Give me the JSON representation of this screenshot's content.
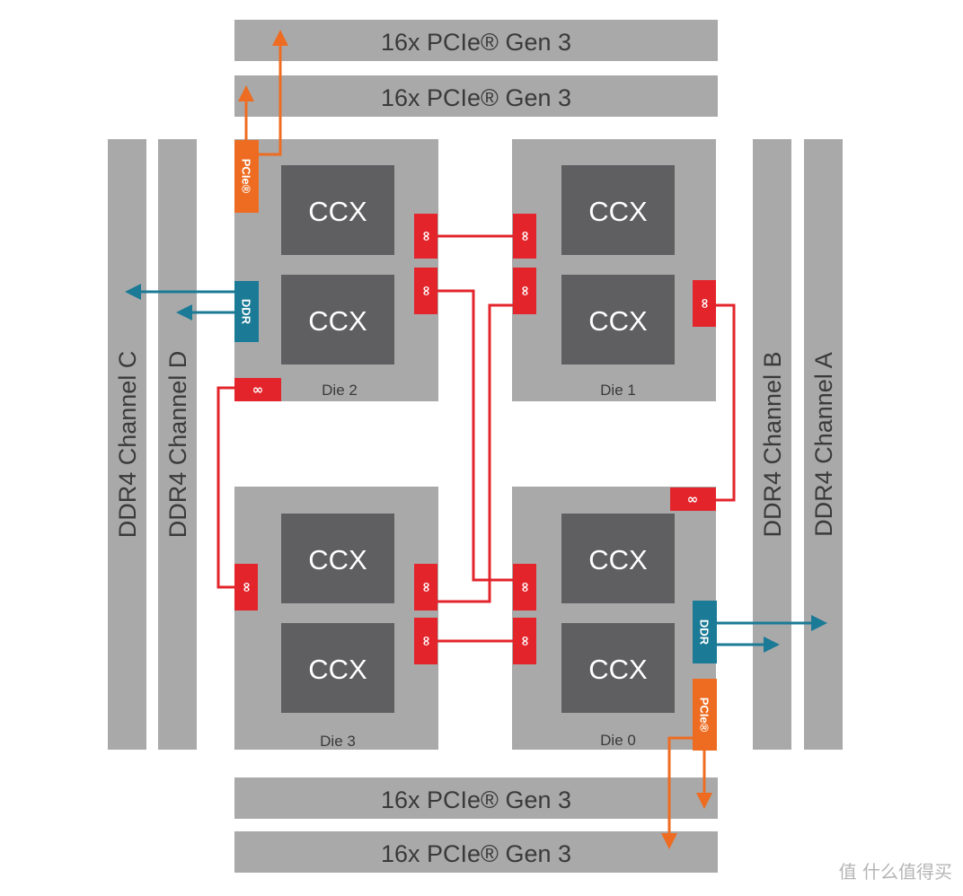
{
  "pcie_bars": {
    "top_1": "16x PCIe® Gen 3",
    "top_2": "16x PCIe® Gen 3",
    "bottom_1": "16x PCIe® Gen 3",
    "bottom_2": "16x PCIe® Gen 3"
  },
  "ddr_channels": {
    "c": "DDR4 Channel C",
    "d": "DDR4 Channel D",
    "b": "DDR4 Channel B",
    "a": "DDR4 Channel A"
  },
  "dies": {
    "die2": {
      "label": "Die 2",
      "ccx_top": "CCX",
      "ccx_bottom": "CCX"
    },
    "die1": {
      "label": "Die 1",
      "ccx_top": "CCX",
      "ccx_bottom": "CCX"
    },
    "die3": {
      "label": "Die 3",
      "ccx_top": "CCX",
      "ccx_bottom": "CCX"
    },
    "die0": {
      "label": "Die 0",
      "ccx_top": "CCX",
      "ccx_bottom": "CCX"
    }
  },
  "ports": {
    "pcie_label": "PCIe®",
    "ddr_label": "DDR",
    "infinity_symbol": "∞"
  },
  "watermark": "值 什么值得买",
  "colors": {
    "infinity_fabric": "#e3242b",
    "pcie": "#ee6c22",
    "ddr": "#1b7a96",
    "die_bg": "#a9a9a9",
    "ccx_bg": "#5f5f61",
    "bar_bg": "#a9a9a9"
  }
}
